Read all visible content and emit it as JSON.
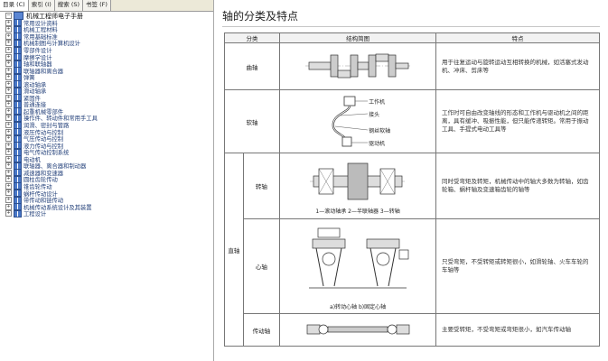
{
  "tabs": [
    "目录 (C)",
    "索引 (I)",
    "搜索 (S)",
    "书签 (F)"
  ],
  "tree": {
    "root": "机械工程师电子手册",
    "items": [
      "常用设计资料",
      "机械工程材料",
      "常用基础标准",
      "机械制图与计算机设计",
      "零部件设计",
      "摩擦学设计",
      "轴和联轴器",
      "联轴器和离合器",
      "弹簧",
      "滚动轴承",
      "滑动轴承",
      "紧固件",
      "普通连接",
      "起重机械零部件",
      "操作件、转动件和常用手工具",
      "润滑、密封与管路",
      "液压传动与控制",
      "气压传动与控制",
      "液力传动与控制",
      "电气传动控制系统",
      "电动机",
      "联轴器、离合器和制动器",
      "减速器和变速器",
      "圆柱齿轮传动",
      "锥齿轮传动",
      "蜗杆传动设计",
      "带传动和链传动",
      "机械传动系统设计及其装置",
      "工程设计"
    ]
  },
  "page": {
    "title": "轴的分类及特点",
    "headers": [
      "分类",
      "结构简图",
      "特点"
    ],
    "rows": [
      {
        "cat": "曲轴",
        "desc": "用于往复运动与旋转运动互相转换的机械，如活塞式发动机、冲床、剪床等"
      },
      {
        "cat": "软轴",
        "desc": "工作时可自由改变轴线的形态和工作机与驱动机之间的距离，具有缓冲、吸振性能，但只能传递转矩。常用于振动工具、手提式电动工具等",
        "fig_labels": [
          "工作机",
          "接头",
          "钢丝软轴",
          "驱动机"
        ]
      },
      {
        "group": "直轴",
        "cat": "转轴",
        "desc": "同时受弯矩及转矩，机械传动中的轴大多数为转轴，如齿轮箱、蜗杆轴及变速箱齿轮的轴等",
        "caption": "1—滚动轴承  2—半联轴器  3—转轴"
      },
      {
        "cat": "心轴",
        "desc": "只受弯矩，不受转矩或转矩很小，如滑轮轴、火车车轮的车轴等",
        "caption": "a)转动心轴  b)固定心轴"
      },
      {
        "cat": "传动轴",
        "desc": "主要受转矩，不受弯矩或弯矩很小，如汽车传动轴"
      }
    ]
  },
  "colors": {
    "accent": "#23407a",
    "border": "#777777"
  }
}
